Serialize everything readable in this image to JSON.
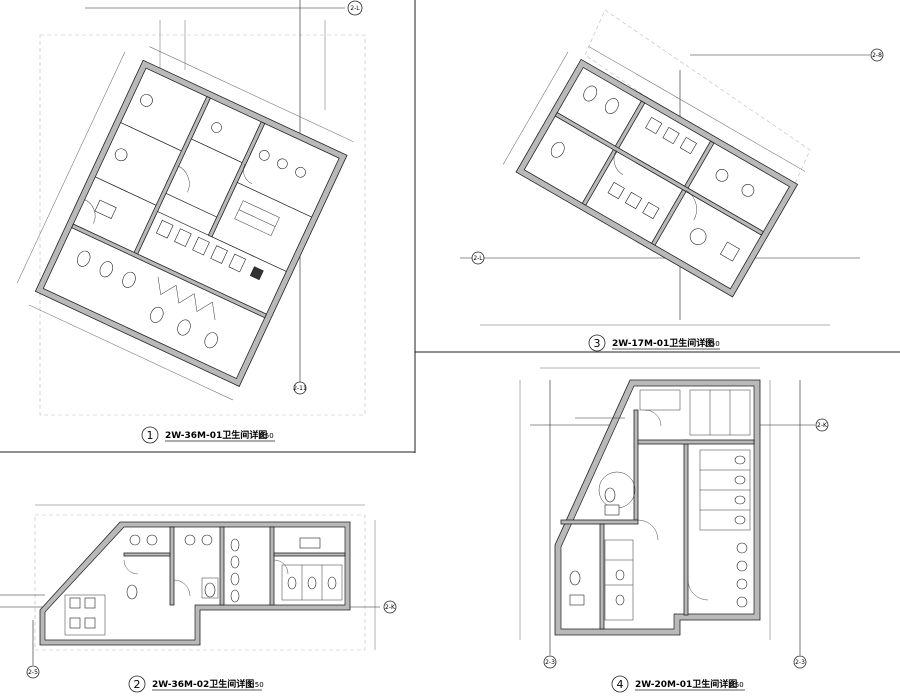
{
  "drawings": [
    {
      "number": "1",
      "title": "2W-36M-01卫生间详图",
      "scale": "1:50"
    },
    {
      "number": "2",
      "title": "2W-36M-02卫生间详图",
      "scale": "1:50"
    },
    {
      "number": "3",
      "title": "2W-17M-01卫生间详图",
      "scale": "1:50"
    },
    {
      "number": "4",
      "title": "2W-20M-01卫生间详图",
      "scale": "1:50"
    }
  ],
  "grid_tags": {
    "d1_top": "2-L",
    "d1_bottom": "2-11",
    "d2_right": "2-K",
    "d2_bottom": "2-5",
    "d3_right": "2-8",
    "d3_left": "2-L",
    "d4_right": "2-K",
    "d4_bottom_left": "2-3",
    "d4_bottom_right": "2-3"
  }
}
